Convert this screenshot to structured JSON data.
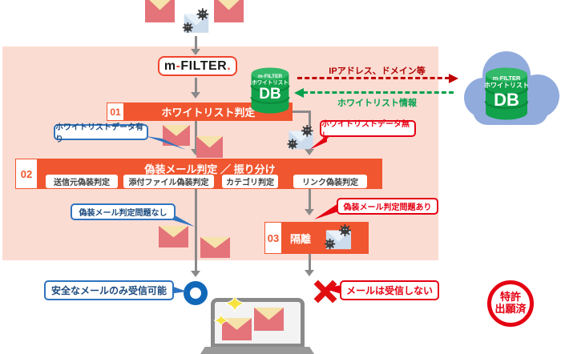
{
  "colors": {
    "panel_pink": "#fbdcd2",
    "bar_orange": "#f0562f",
    "alert_red": "#e50012",
    "dashed_red": "#c00000",
    "db_green": "#12a24b",
    "label_green": "#00a04c",
    "callout_blue": "#2e74c0",
    "cloud_blue": "#92abdd",
    "flow_gray": "#8a8a8a"
  },
  "logo": {
    "part1": "m",
    "hyphen": "-",
    "part2": "FILTER",
    "dot": "."
  },
  "local_db": {
    "product": "m-FILTER",
    "list": "ホワイトリスト",
    "db": "DB"
  },
  "cloud_db": {
    "product": "m-FILTER",
    "list": "ホワイトリスト",
    "db": "DB"
  },
  "exchange": {
    "to_cloud": "IPアドレス、ドメイン等",
    "from_cloud": "ホワイトリスト情報"
  },
  "step1": {
    "num": "01",
    "title": "ホワイトリスト判定"
  },
  "step2": {
    "num": "02",
    "title": "偽装メール判定 ／ 振り分け",
    "checks": [
      "送信元偽装判定",
      "添付ファイル偽装判定",
      "カテゴリ判定",
      "リンク偽装判定"
    ]
  },
  "step3": {
    "num": "03",
    "title": "隔離"
  },
  "callouts": {
    "whitelist_hit": "ホワイトリストデータ有り",
    "whitelist_miss": "ホワイトリストデータ無し",
    "spoof_clean": "偽装メール判定問題なし",
    "spoof_detected": "偽装メール判定問題あり",
    "safe_receive": "安全なメールのみ受信可能",
    "not_receive": "メールは受信しない"
  },
  "stamp": {
    "line1": "特許",
    "line2": "出願済"
  }
}
